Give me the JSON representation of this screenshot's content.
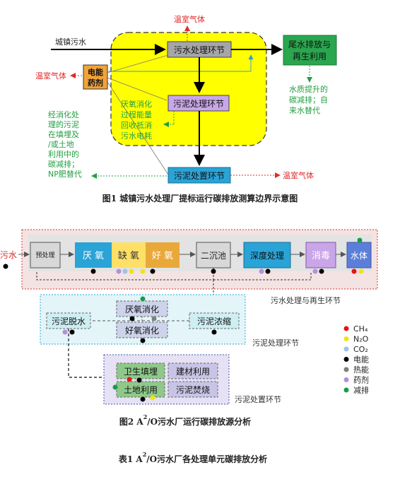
{
  "fig1": {
    "ghg_top": "温室气体",
    "sewage_in": "城镇污水",
    "wwtp": "污水处理环节",
    "discharge": [
      "尾水排放与",
      "再生利用"
    ],
    "ghg_left": "温室气体",
    "energy_chem": [
      "电能",
      "药剂"
    ],
    "sludge_treat": "污泥处理环节",
    "anaerobic_note": [
      "厌氧消化",
      "过程能量",
      "回收抵消",
      "污水电耗"
    ],
    "water_note": [
      "水质提升的",
      "碳减排；自",
      "来水替代"
    ],
    "sludge_note": [
      "经消化处",
      "理的污泥",
      "在填埋及",
      "/或土地",
      "利用中的",
      "碳减排；",
      "NP肥替代"
    ],
    "sludge_dispose": "污泥处置环节",
    "ghg_bottom": "温室气体",
    "caption": "图1  城镇污水处理厂提标运行碳排放测算边界示意图"
  },
  "fig2": {
    "inlet": "污水",
    "pretreat": "预处理",
    "anaerobic": "厌 氧",
    "anoxic": "缺 氧",
    "aerobic": "好 氧",
    "clarifier": "二沉池",
    "advanced": "深度处理",
    "disinfect": "消毒",
    "water_body": "水体",
    "zone1": "污水处理与再生环节",
    "anaerobic_digest": "厌氧消化",
    "aerobic_digest": "好氧消化",
    "dewater": "污泥脱水",
    "thicken": "污泥浓缩",
    "zone2": "污泥处理环节",
    "landfill": "卫生填埋",
    "material": "建材利用",
    "land_use": "土地利用",
    "incinerate": "污泥焚烧",
    "zone3": "污泥处置环节",
    "legend": [
      {
        "label": "CH₄",
        "color": "#e8121a"
      },
      {
        "label": "N₂O",
        "color": "#f2e21b"
      },
      {
        "label": "CO₂",
        "color": "#9dc3e6"
      },
      {
        "label": "电能",
        "color": "#000000"
      },
      {
        "label": "热能",
        "color": "#7f7f7f"
      },
      {
        "label": "药剂",
        "color": "#b58ee0"
      },
      {
        "label": "减排",
        "color": "#179c4a"
      }
    ],
    "caption_pre": "图2    A",
    "caption_sup": "2",
    "caption_post": "/O污水厂运行碳排放源分析"
  },
  "table1": {
    "caption_pre": "表1  A",
    "caption_sup": "2",
    "caption_post": "/O污水厂各处理单元碳排放分析"
  },
  "colors": {
    "yellow_zone": "#ffff00",
    "grey_box": "#a6a6a6",
    "purple_box": "#c9a6e8",
    "blue_box": "#2aa3d6",
    "green_box": "#2aa64e",
    "red_text": "#e02a2a",
    "green_text": "#21a042"
  }
}
